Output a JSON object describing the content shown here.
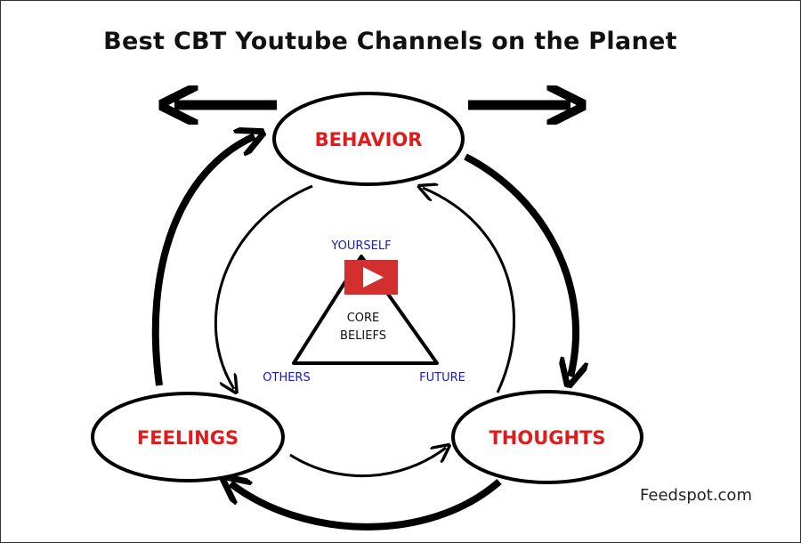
{
  "title": "Best CBT Youtube Channels on the Planet",
  "nodes": {
    "behavior": "BEHAVIOR",
    "feelings": "FEELINGS",
    "thoughts": "THOUGHTS"
  },
  "triangle": {
    "top": "YOURSELF",
    "left": "OTHERS",
    "right": "FUTURE",
    "center_line1": "CORE",
    "center_line2": "BELIEFS"
  },
  "brand": "Feedspot.com",
  "colors": {
    "node_text": "#e01b1b",
    "corner_text": "#1a1ab8",
    "play_button": "#d32f2f"
  },
  "icons": {
    "play": "youtube-play-icon"
  }
}
